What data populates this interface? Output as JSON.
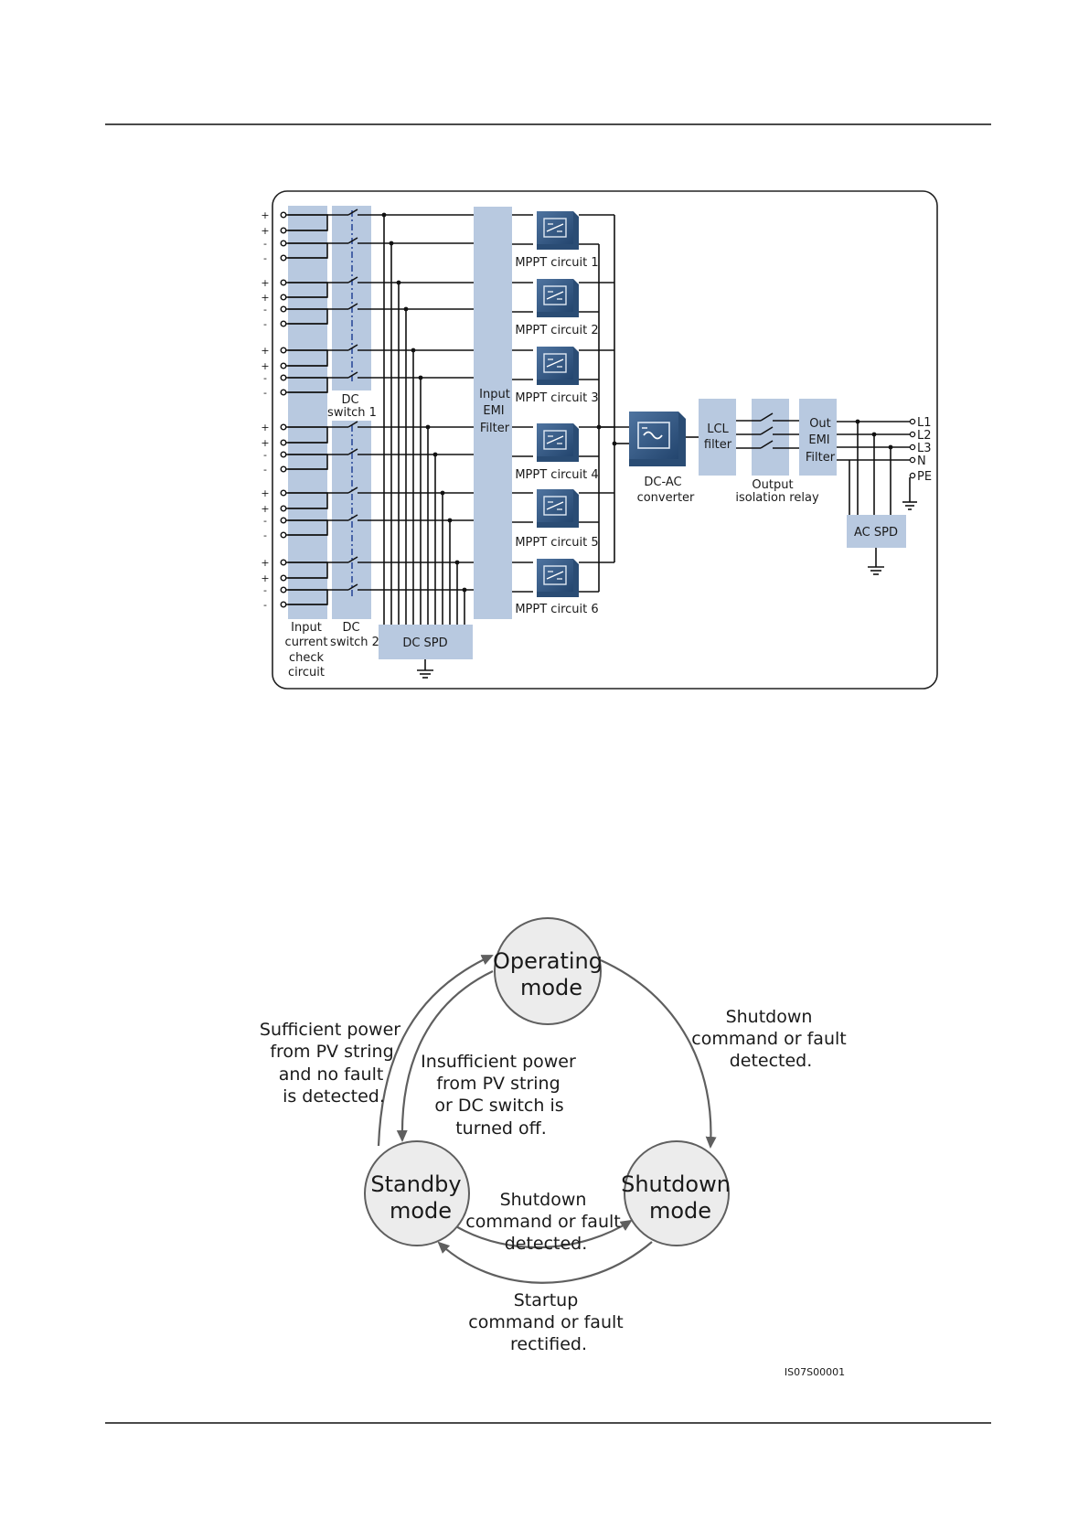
{
  "circuit": {
    "polarity": {
      "g1": [
        "+",
        "+",
        "-",
        "-"
      ],
      "g2": [
        "+",
        "+",
        "-",
        "-"
      ],
      "g3": [
        "+",
        "+",
        "-",
        "-"
      ],
      "g4": [
        "+",
        "+",
        "-",
        "-"
      ],
      "g5": [
        "+",
        "+",
        "-",
        "-"
      ],
      "g6": [
        "+",
        "+",
        "-",
        "-"
      ]
    },
    "dc_switch_1": [
      "DC",
      "switch 1"
    ],
    "dc_switch_2": [
      "DC",
      "switch 2"
    ],
    "input_check": [
      "Input",
      "current",
      "check",
      "circuit"
    ],
    "dc_spd": "DC SPD",
    "input_emi": [
      "Input",
      "EMI",
      "Filter"
    ],
    "mppt": [
      "MPPT circuit 1",
      "MPPT circuit 2",
      "MPPT circuit 3",
      "MPPT circuit 4",
      "MPPT circuit 5",
      "MPPT circuit 6"
    ],
    "dcac": [
      "DC-AC",
      "converter"
    ],
    "lcl": [
      "LCL",
      "filter"
    ],
    "relay": [
      "Output",
      "isolation relay"
    ],
    "out_emi": [
      "Out",
      "EMI",
      "Filter"
    ],
    "ac_spd": "AC SPD",
    "outputs": [
      "L1",
      "L2",
      "L3",
      "N",
      "PE"
    ]
  },
  "states": {
    "operating": [
      "Operating",
      "mode"
    ],
    "standby": [
      "Standby",
      "mode"
    ],
    "shutdown": [
      "Shutdown",
      "mode"
    ],
    "left_outer": [
      "Sufficient power",
      "from PV string",
      "and no fault",
      "is detected."
    ],
    "left_inner": [
      "Insufficient power",
      "from PV string",
      "or DC switch is",
      "turned off."
    ],
    "right": [
      "Shutdown",
      "command or fault",
      "detected."
    ],
    "bottom_inner": [
      "Shutdown",
      "command or fault",
      "detected."
    ],
    "bottom_outer": [
      "Startup",
      "command or fault",
      "rectified."
    ],
    "figure_id": "IS07S00001"
  },
  "colors": {
    "block_fill": "#b8c9e0",
    "module_dark": "#2c4f78",
    "module_light": "#5d7fa6",
    "state_fill": "#ececec",
    "line": "#111111",
    "dash_blue": "#2c4b9a"
  }
}
